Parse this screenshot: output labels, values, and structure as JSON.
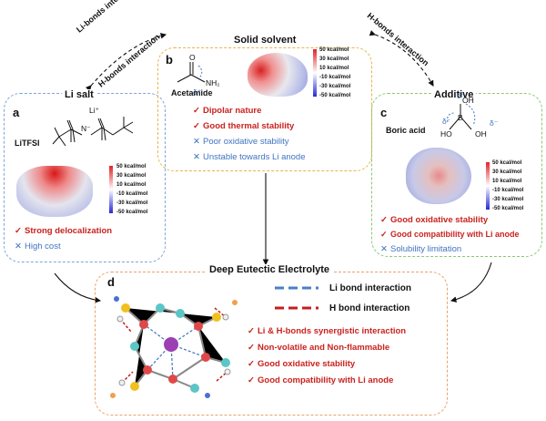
{
  "arrows_text": {
    "li_bonds": "Li-bonds interaction",
    "h_bonds_left": "H-bonds interaction",
    "h_bonds_right": "H-bonds interaction"
  },
  "legend_scale": [
    "50 kcal/mol",
    "30 kcal/mol",
    "10 kcal/mol",
    "-10 kcal/mol",
    "-30 kcal/mol",
    "-50 kcal/mol"
  ],
  "panel_a": {
    "title": "Li salt",
    "letter": "a",
    "molecule_name": "LiTFSI",
    "props": [
      {
        "kind": "good",
        "mark": "✓",
        "text": "Strong delocalization"
      },
      {
        "kind": "bad",
        "mark": "✕",
        "text": "High cost"
      }
    ]
  },
  "panel_b": {
    "title": "Solid solvent",
    "letter": "b",
    "molecule_name": "Acetamide",
    "props": [
      {
        "kind": "good",
        "mark": "✓",
        "text": "Dipolar nature"
      },
      {
        "kind": "good",
        "mark": "✓",
        "text": "Good thermal stability"
      },
      {
        "kind": "bad",
        "mark": "✕",
        "text": "Poor oxidative stability"
      },
      {
        "kind": "bad",
        "mark": "✕",
        "text": "Unstable towards Li anode"
      }
    ]
  },
  "panel_c": {
    "title": "Additive",
    "letter": "c",
    "molecule_name": "Boric acid",
    "props": [
      {
        "kind": "good",
        "mark": "✓",
        "text": "Good oxidative stability"
      },
      {
        "kind": "good",
        "mark": "✓",
        "text": "Good compatibility with Li anode"
      },
      {
        "kind": "bad",
        "mark": "✕",
        "text": "Solubility limitation"
      }
    ]
  },
  "panel_d": {
    "title": "Deep Eutectic Electrolyte",
    "letter": "d",
    "legend": [
      {
        "text": "Li bond interaction",
        "color": "#4a7fc8"
      },
      {
        "text": "H bond interaction",
        "color": "#c41e1e"
      }
    ],
    "props": [
      {
        "mark": "✓",
        "text": "Li & H-bonds synergistic interaction"
      },
      {
        "mark": "✓",
        "text": "Non-volatile and Non-flammable"
      },
      {
        "mark": "✓",
        "text": "Good oxidative stability"
      },
      {
        "mark": "✓",
        "text": "Good compatibility with Li anode"
      }
    ]
  },
  "chem": {
    "li_plus": "Li⁺",
    "n_minus": "N⁻",
    "acetamide_nh2": "NH₂",
    "acetamide_o": "O",
    "delta_plus": "δ⁺",
    "delta_minus": "δ⁻",
    "oh": "OH",
    "ho": "HO",
    "b": "B"
  },
  "colors": {
    "li_salt_border": "#7ea6d6",
    "solvent_border": "#e8b64a",
    "additive_border": "#8cc67a",
    "des_border": "#eea06c",
    "good_text": "#c9221e",
    "bad_text": "#3f74c2"
  }
}
